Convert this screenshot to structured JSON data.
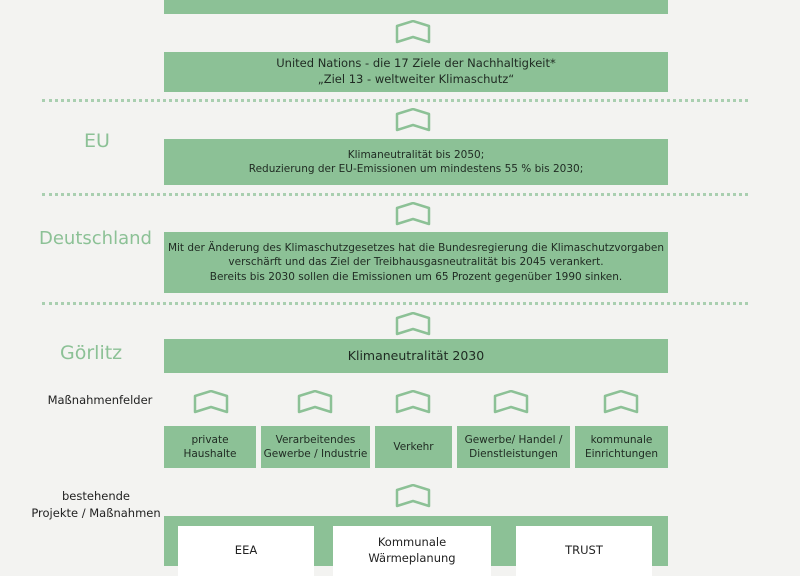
{
  "colors": {
    "green": "#8cc196",
    "dots": "#a9cfb0",
    "background": "#f3f3f1"
  },
  "un": {
    "line1": "United Nations -  die 17 Ziele der Nachhaltigkeit*",
    "line2": "„Ziel 13 - weltweiter Klimaschutz“"
  },
  "eu": {
    "label": "EU",
    "line1": "Klimaneutralität bis 2050;",
    "line2": "Reduzierung der EU-Emissionen um mindestens 55 % bis 2030;"
  },
  "de": {
    "label": "Deutschland",
    "line1": "Mit der Änderung des Klimaschutzgesetzes hat die Bundesregierung die Klimaschutzvorgaben",
    "line2": "verschärft und das Ziel der Treibhausgasneutralität bis 2045 verankert.",
    "line3": "Bereits bis 2030 sollen die Emissionen um 65 Prozent gegenüber 1990 sinken."
  },
  "gr": {
    "label": "Görlitz",
    "goal": "Klimaneutralität 2030"
  },
  "massnahmenfelder": "Maßnahmenfelder",
  "fields": [
    {
      "line1": "private",
      "line2": "Haushalte"
    },
    {
      "line1": "Verarbeitendes",
      "line2": "Gewerbe / Industrie"
    },
    {
      "line1": "Verkehr",
      "line2": ""
    },
    {
      "line1": "Gewerbe/ Handel /",
      "line2": "Dienstleistungen"
    },
    {
      "line1": "kommunale",
      "line2": "Einrichtungen"
    }
  ],
  "projekte": {
    "line1": "bestehende",
    "line2": "Projekte / Maßnahmen"
  },
  "projects": [
    {
      "line1": "EEA",
      "line2": ""
    },
    {
      "line1": "Kommunale",
      "line2": "Wärmeplanung"
    },
    {
      "line1": "TRUST",
      "line2": ""
    }
  ]
}
